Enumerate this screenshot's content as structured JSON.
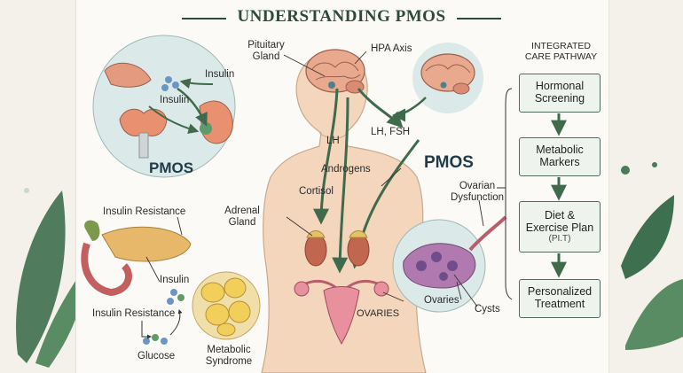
{
  "title": "UNDERSTANDING PMOS",
  "labels": {
    "pituitary_gland": [
      "Pituitary",
      "Gland"
    ],
    "hpa_axis": "HPA Axis",
    "insulin_top": "Insulin",
    "insulin_circle": "Insulin",
    "pmos_circle": "PMOS",
    "lh": "LH",
    "lh_fsh": "LH, FSH",
    "androgens": "Androgens",
    "pmos_body": "PMOS",
    "cortisol": "Cortisol",
    "adrenal_gland": [
      "Adrenal",
      "Gland"
    ],
    "ovarian_dysfunction": [
      "Ovarian",
      "Dysfunction"
    ],
    "insulin_resistance_top": "Insulin Resistance",
    "insulin_pancreas": "Insulin",
    "insulin_resistance_bottom": "Insulin Resistance",
    "glucose": "Glucose",
    "metabolic_syndrome": [
      "Metabolic",
      "Syndrome"
    ],
    "ovaries": "OVARIES",
    "ovaries_circle": "Ovaries",
    "cysts": "Cysts"
  },
  "care_pathway": {
    "heading": [
      "INTEGRATED",
      "CARE PATHWAY"
    ],
    "steps": [
      {
        "label": [
          "Hormonal",
          "Screening"
        ],
        "sub": ""
      },
      {
        "label": [
          "Metabolic",
          "Markers"
        ],
        "sub": ""
      },
      {
        "label": [
          "Diet &",
          "Exercise Plan"
        ],
        "sub": "(PI.T)"
      },
      {
        "label": [
          "Personalized",
          "Treatment"
        ],
        "sub": ""
      }
    ]
  },
  "colors": {
    "accent": "#2d4a3a",
    "arrow": "#3f6a4c",
    "circle": "#dbe9e8",
    "skin": "#f3d6bc",
    "box": "#eef3ee"
  }
}
